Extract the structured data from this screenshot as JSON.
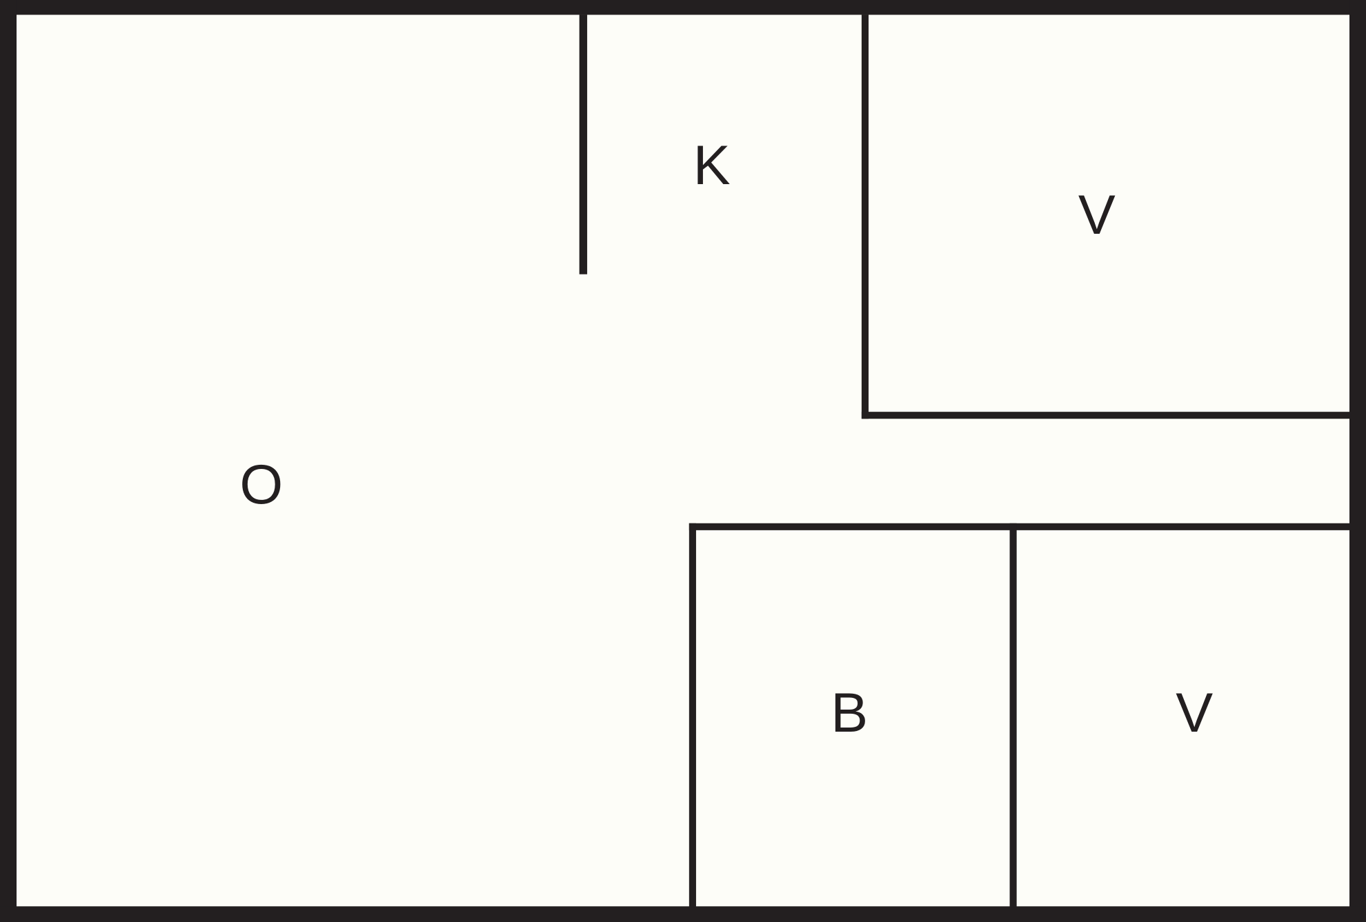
{
  "colors": {
    "background": "#fdfdf8",
    "walls": "#231f20"
  },
  "rooms": [
    {
      "id": "room-o",
      "label": "O"
    },
    {
      "id": "room-k",
      "label": "K"
    },
    {
      "id": "room-v-top",
      "label": "V"
    },
    {
      "id": "room-b",
      "label": "B"
    },
    {
      "id": "room-v-bottom",
      "label": "V"
    }
  ]
}
